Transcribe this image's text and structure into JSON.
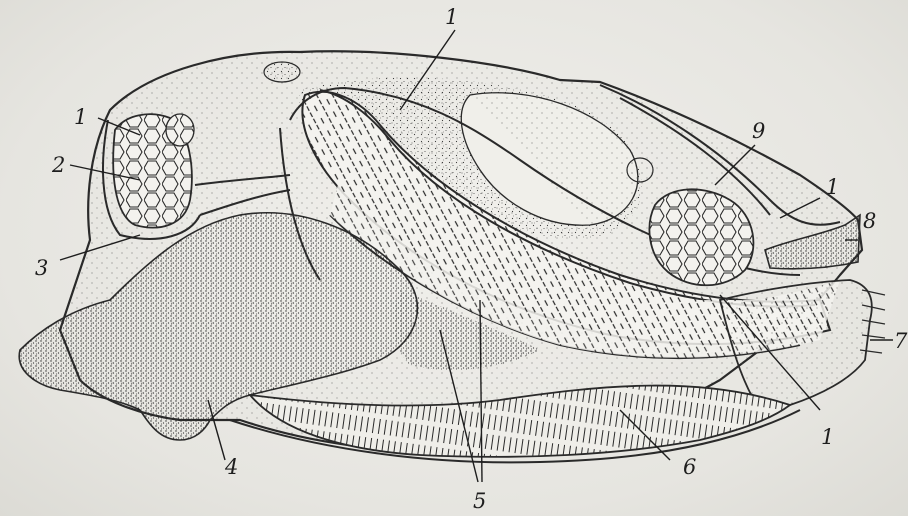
{
  "figure": {
    "labels": {
      "l1_top": "1",
      "l1_left": "1",
      "l1_right": "1",
      "l1_bottom": "1",
      "l2": "2",
      "l3": "3",
      "l4": "4",
      "l5": "5",
      "l6": "6",
      "l7": "7",
      "l8": "8",
      "l9": "9"
    },
    "palette": {
      "paper": "#e9e8e3",
      "ink": "#2a2a2a"
    }
  }
}
